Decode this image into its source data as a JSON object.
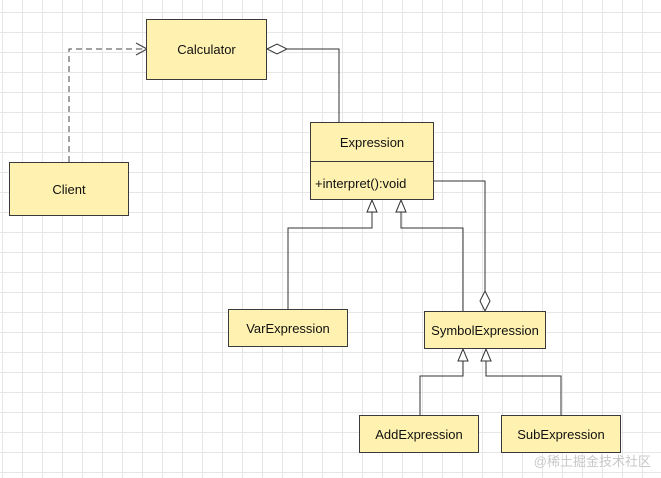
{
  "diagram": {
    "classes": {
      "calculator": "Calculator",
      "client": "Client",
      "expression": "Expression",
      "var_expression": "VarExpression",
      "symbol_expression": "SymbolExpression",
      "add_expression": "AddExpression",
      "sub_expression": "SubExpression"
    },
    "methods": {
      "interpret": "+interpret():void"
    }
  },
  "watermark": "@稀土掘金技术社区"
}
